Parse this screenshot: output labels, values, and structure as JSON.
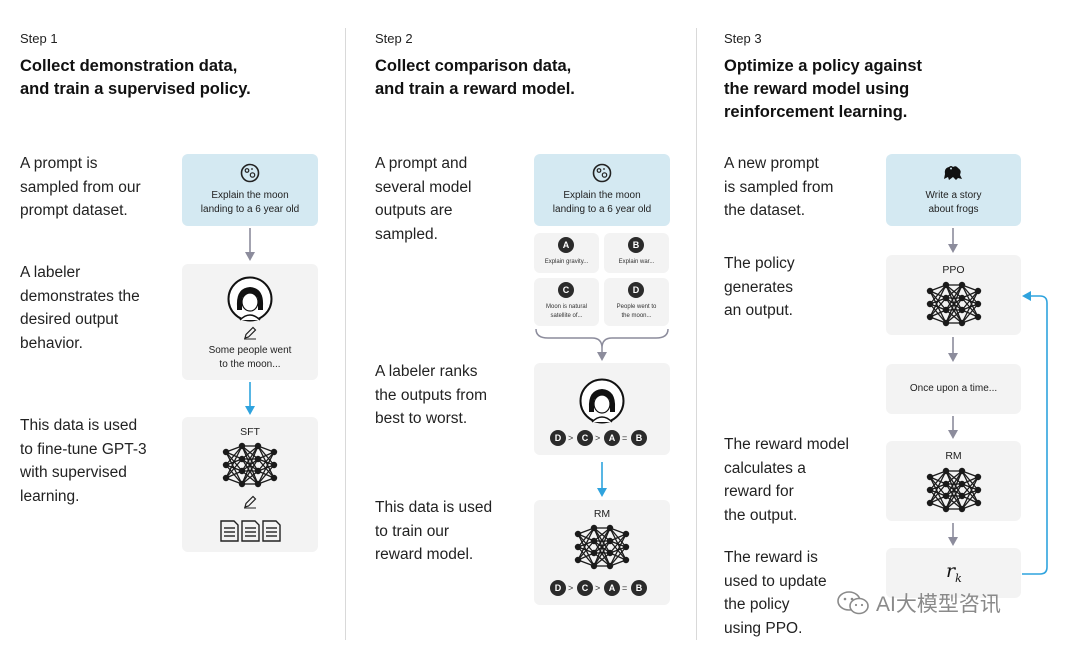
{
  "step1": {
    "label": "Step 1",
    "title_line1": "Collect demonstration data,",
    "title_line2": "and train a supervised policy.",
    "desc1": [
      "A prompt is",
      "sampled from our",
      "prompt dataset."
    ],
    "desc2": [
      "A labeler",
      "demonstrates the",
      "desired output",
      "behavior."
    ],
    "desc3": [
      "This data is used",
      "to fine-tune GPT-3",
      "with supervised",
      "learning."
    ],
    "prompt_box": [
      "Explain the moon",
      "landing to a 6 year old"
    ],
    "demo_box": [
      "Some people went",
      "to the moon..."
    ],
    "model_label": "SFT"
  },
  "step2": {
    "label": "Step 2",
    "title_line1": "Collect comparison data,",
    "title_line2": "and train a reward model.",
    "desc1": [
      "A prompt and",
      "several model",
      "outputs are",
      "sampled."
    ],
    "desc2": [
      "A labeler ranks",
      "the outputs from",
      "best to worst."
    ],
    "desc3": [
      "This data is used",
      "to train our",
      "reward model."
    ],
    "prompt_box": [
      "Explain the moon",
      "landing to a 6 year old"
    ],
    "outputs": [
      {
        "letter": "A",
        "text": [
          "Explain gravity..."
        ]
      },
      {
        "letter": "B",
        "text": [
          "Explain war..."
        ]
      },
      {
        "letter": "C",
        "text": [
          "Moon is natural",
          "satellite of..."
        ]
      },
      {
        "letter": "D",
        "text": [
          "People went to",
          "the moon..."
        ]
      }
    ],
    "ranking": {
      "items": [
        "D",
        "C",
        "A",
        "B"
      ],
      "ops": [
        ">",
        ">",
        "="
      ]
    },
    "model_label": "RM"
  },
  "step3": {
    "label": "Step 3",
    "title_line1": "Optimize a policy against",
    "title_line2": "the reward model using",
    "title_line3": "reinforcement learning.",
    "desc1": [
      "A new prompt",
      "is sampled from",
      "the dataset."
    ],
    "desc2": [
      "The policy",
      "generates",
      "an output."
    ],
    "desc3": [
      "The reward model",
      "calculates a",
      "reward for",
      "the output."
    ],
    "desc4": [
      "The reward is",
      "used to update",
      "the policy",
      "using PPO."
    ],
    "prompt_box": [
      "Write a story",
      "about frogs"
    ],
    "policy_label": "PPO",
    "output_text": "Once upon a time...",
    "rm_label": "RM",
    "reward_symbol": "r",
    "reward_sub": "k"
  },
  "watermark": "AI大模型咨讯",
  "colors": {
    "prompt_blue": "#d4e9f2",
    "card_gray": "#f3f3f3",
    "arrow_gray": "#8c8c9c",
    "arrow_blue": "#2fa3de"
  }
}
